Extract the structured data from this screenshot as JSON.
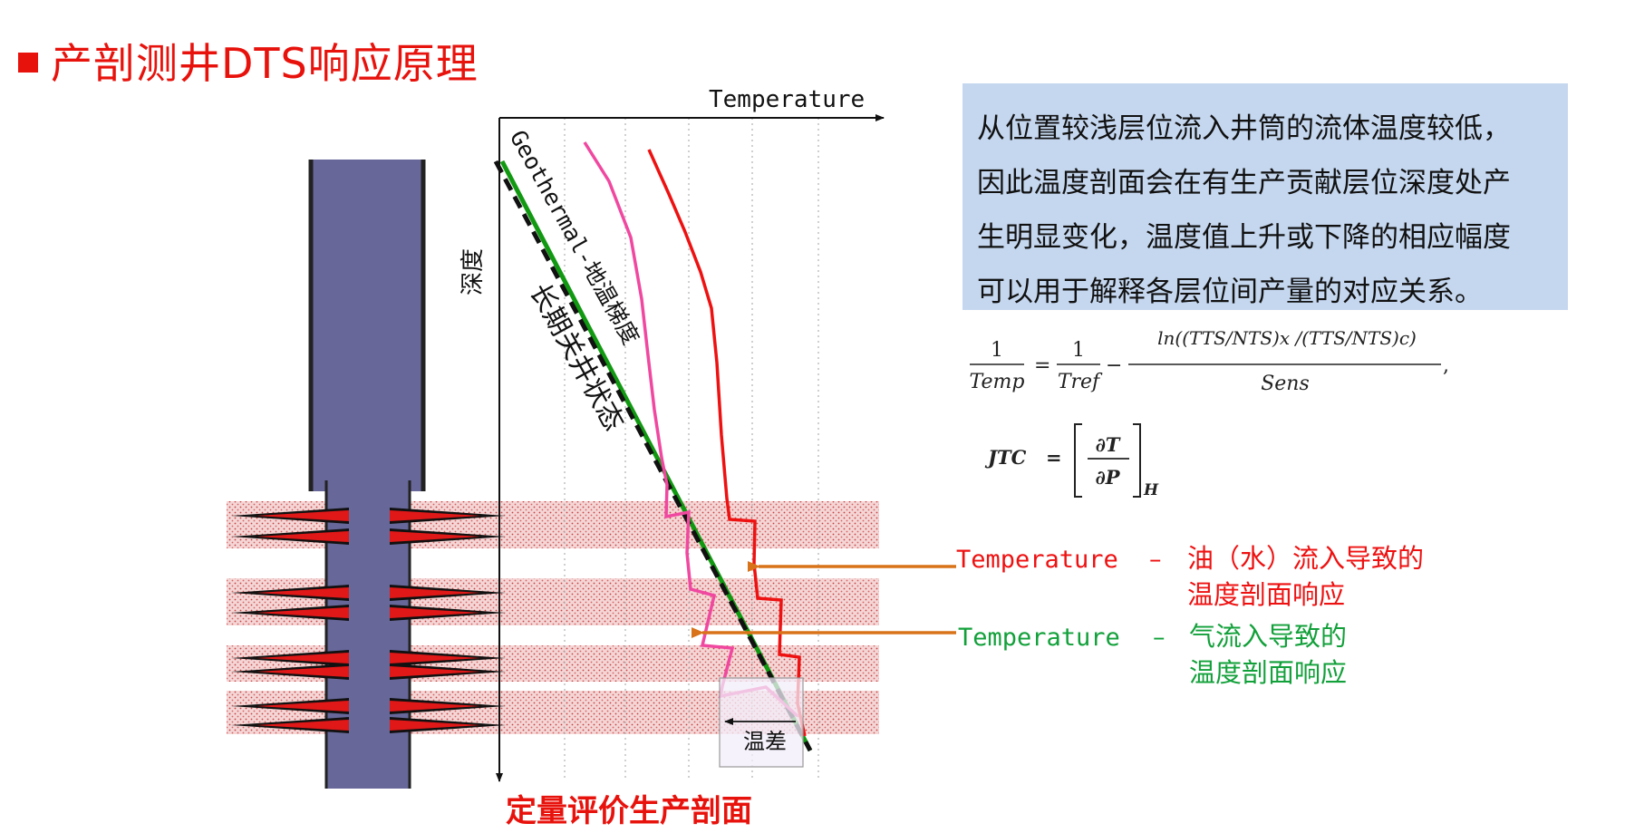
{
  "title": "产剖测井DTS响应原理",
  "axis": {
    "temperature_label": "Temperature",
    "depth_label": "深度"
  },
  "curve_labels": {
    "geothermal": "Geothermal-地温梯度",
    "shut_in": "长期关井状态"
  },
  "temp_diff_label": "温差",
  "bottom_caption": "定量评价生产剖面",
  "info_box": {
    "lines": [
      "从位置较浅层位流入井筒的流体温度较低，",
      "因此温度剖面会在有生产贡献层位深度处产",
      "生明显变化，温度值上升或下降的相应幅度",
      "可以用于解释各层位间产量的对应关系。"
    ]
  },
  "annotations": {
    "oil_water": {
      "label": "Temperature",
      "dash": "–",
      "line1": "油（水）流入导致的",
      "line2": "温度剖面响应"
    },
    "gas": {
      "label": "Temperature",
      "dash": "–",
      "line1": "气流入导致的",
      "line2": "温度剖面响应"
    }
  },
  "formulas": {
    "temp": {
      "num1": "1",
      "den1": "Temp",
      "eq": "=",
      "num2": "1",
      "den2": "Tref",
      "minus": "−",
      "ln_num": "ln((TTS/NTS)x /(TTS/NTS)c)",
      "ln_den": "Sens",
      "comma": ","
    },
    "jtc": {
      "lhs": "JTC",
      "eq": "=",
      "num": "∂T",
      "den": "∂P",
      "sub": "H"
    }
  },
  "colors": {
    "title_red": "#e8120c",
    "well_body": "#67679a",
    "well_outline": "#222222",
    "perforation_red": "#e01818",
    "perforation_black": "#111111",
    "layer_fill": "#f4d6d6",
    "layer_dot": "#c84040",
    "geothermal_green": "#119911",
    "oil_curve_red": "#ee1111",
    "gas_curve_pink": "#f048a0",
    "arrow_orange": "#d9731a",
    "gas_text_green": "#12a03a",
    "box_blue": "#c5d7ef",
    "caption_red": "#e8120c"
  }
}
